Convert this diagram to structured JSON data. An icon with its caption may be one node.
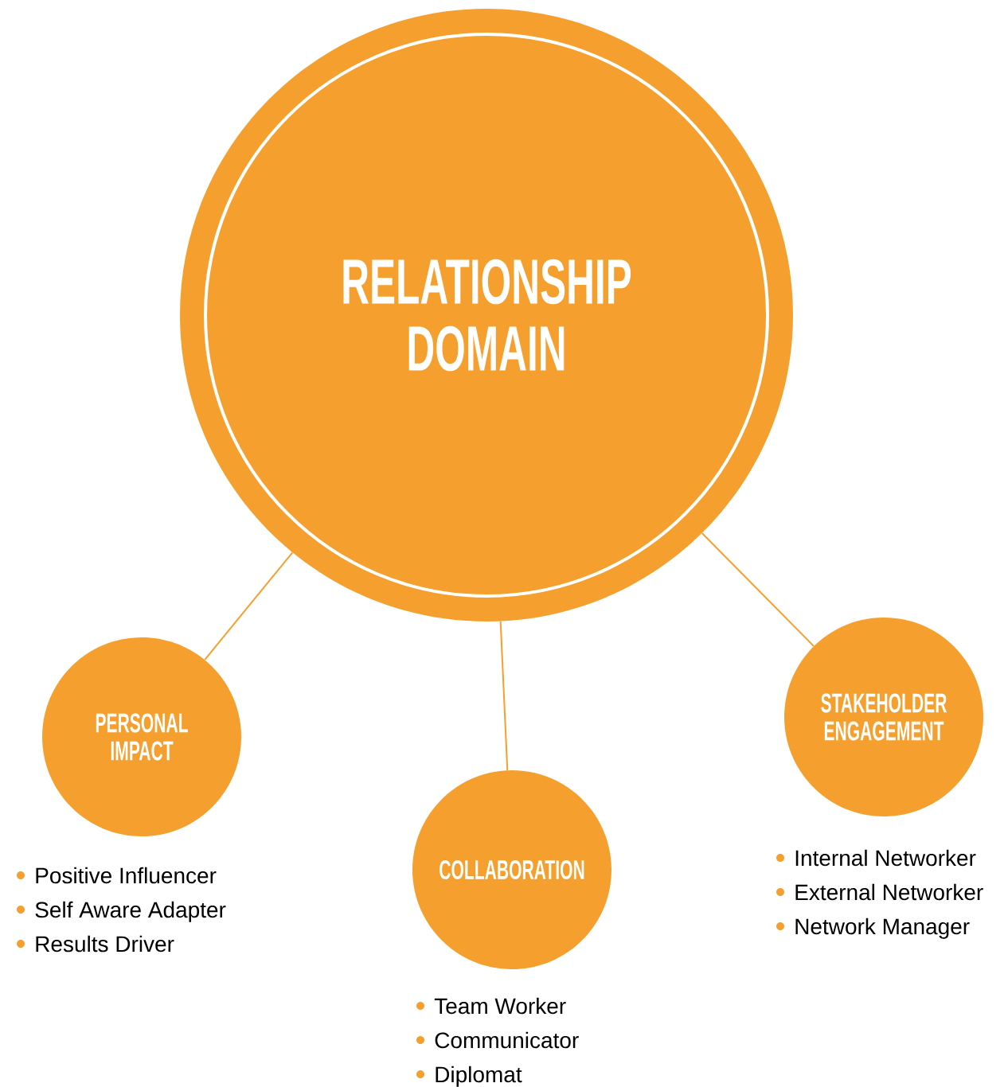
{
  "diagram": {
    "nodes": [
      {
        "text": [
          "RELATIONSHIP DOMAIN"
        ]
      },
      {
        "text": [
          "PERSONAL IMPACT"
        ],
        "beside": [
          "Positive Influencer",
          "Self Aware Adapter",
          "Results Driver"
        ]
      },
      {
        "text": [
          "COLLABORATION"
        ],
        "beside": [
          "Team Worker",
          "Communicator",
          "Diplomat"
        ]
      },
      {
        "text": [
          "STAKEHOLDER ENGAGEMENT"
        ],
        "beside": [
          "Internal Networker",
          "External Networker",
          "Network Manager"
        ]
      }
    ],
    "edges": [
      {
        "from": 0,
        "to": 1,
        "arrow": "none"
      },
      {
        "from": 0,
        "to": 2,
        "arrow": "none"
      },
      {
        "from": 0,
        "to": 3,
        "arrow": "none"
      }
    ]
  }
}
